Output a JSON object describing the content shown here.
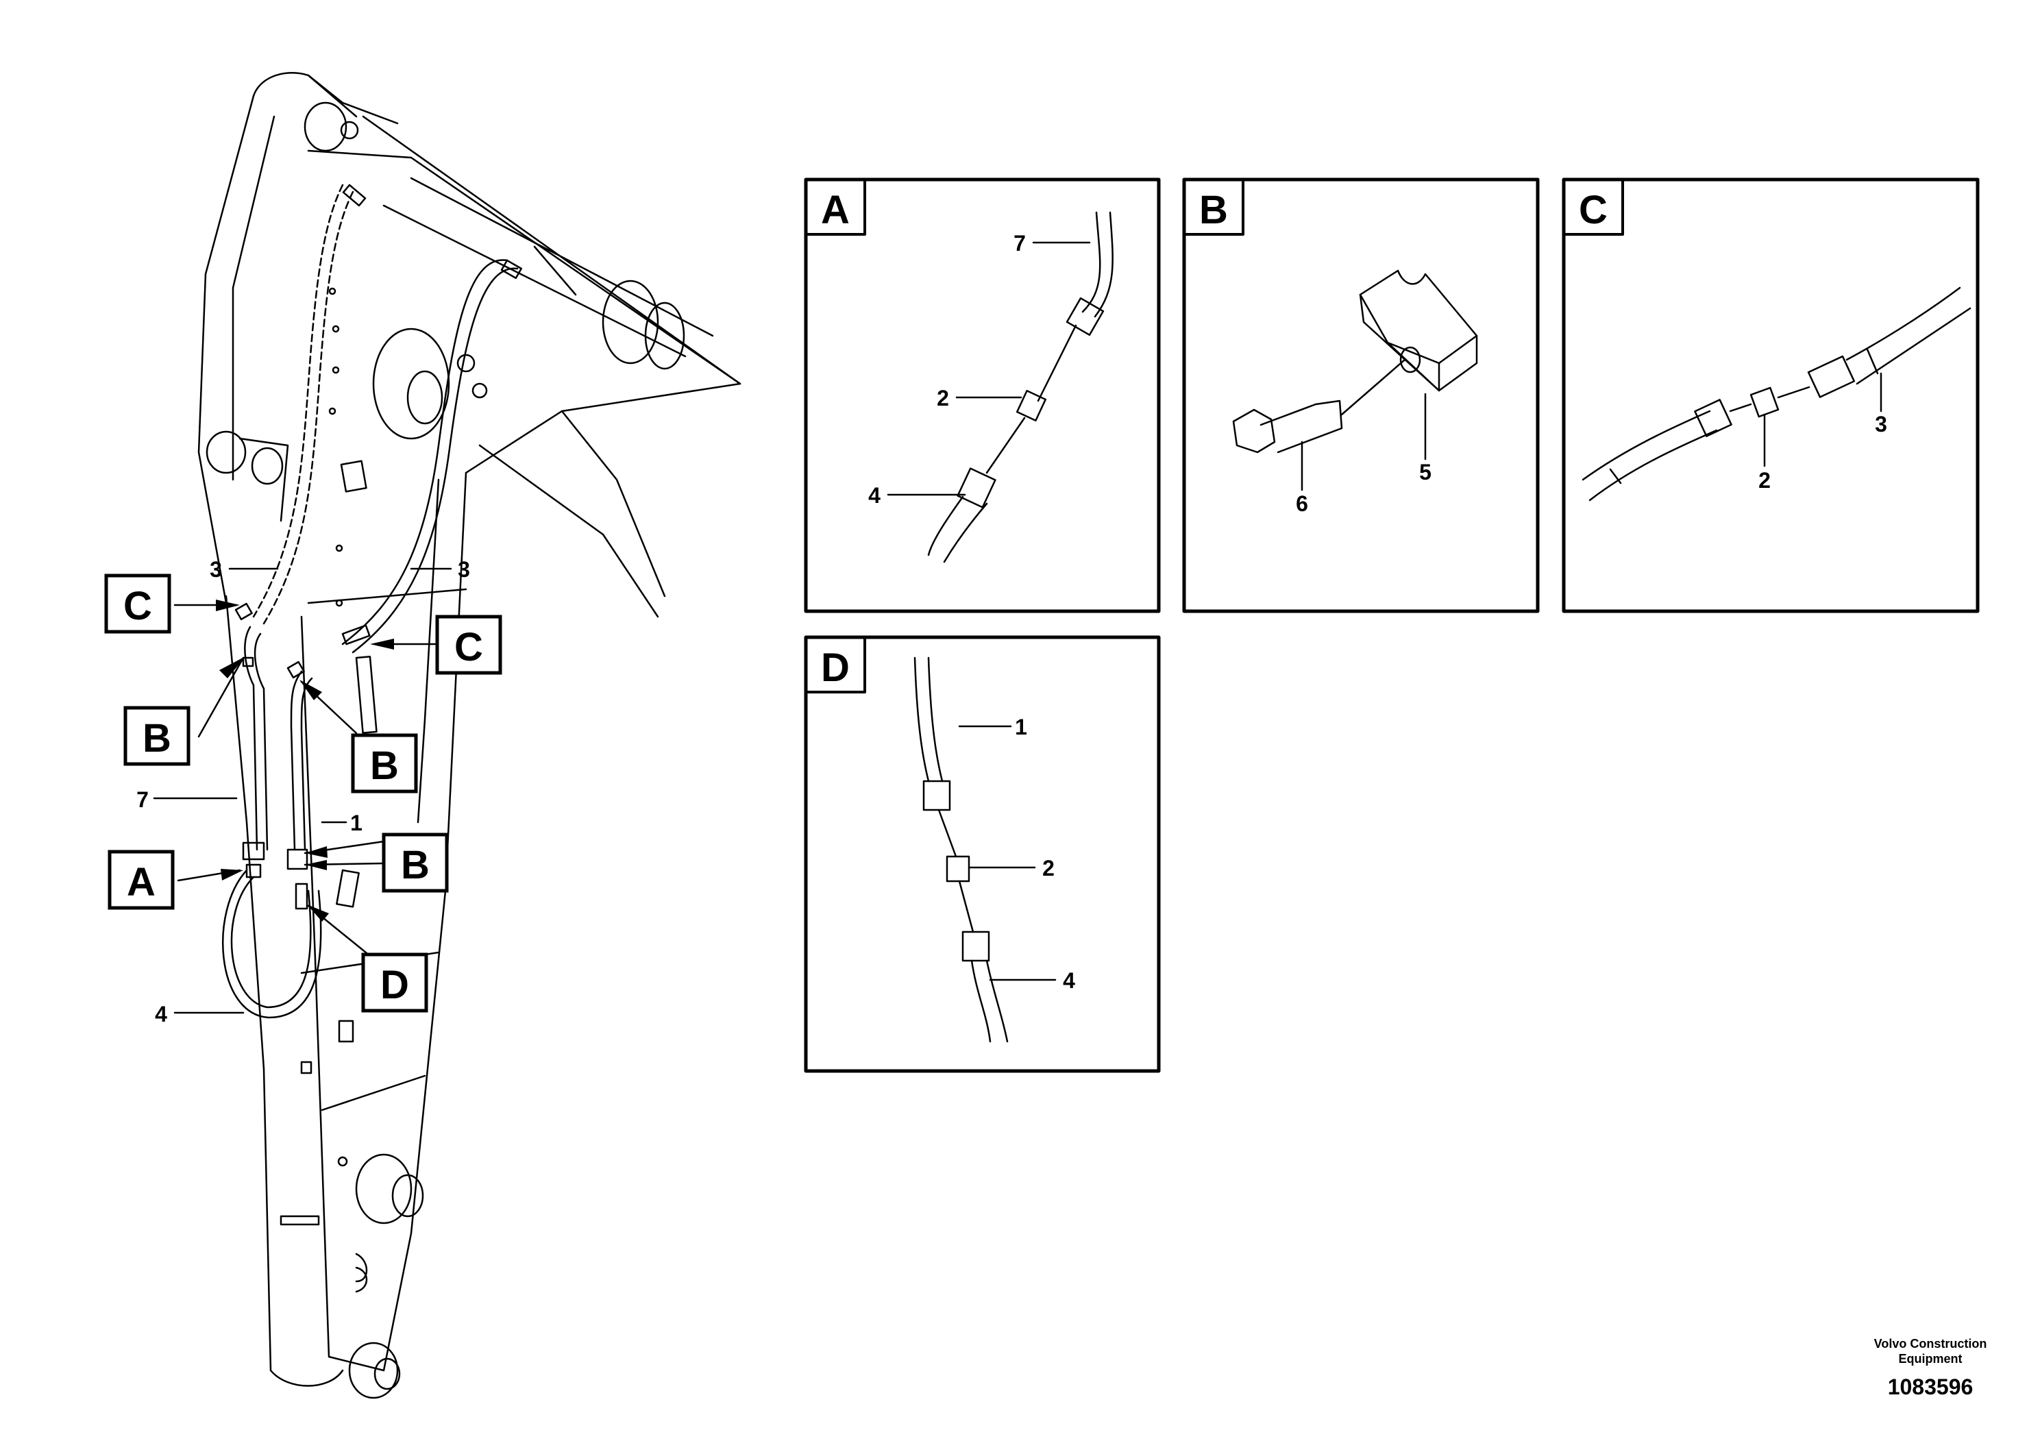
{
  "diagram": {
    "callouts": {
      "a": "A",
      "b": "B",
      "c": "C",
      "d": "D"
    },
    "items": {
      "i1": "1",
      "i2": "2",
      "i3": "3",
      "i4": "4",
      "i5": "5",
      "i6": "6",
      "i7": "7"
    }
  },
  "footer": {
    "brand_line1": "Volvo Construction",
    "brand_line2": "Equipment",
    "ref": "1083596"
  }
}
